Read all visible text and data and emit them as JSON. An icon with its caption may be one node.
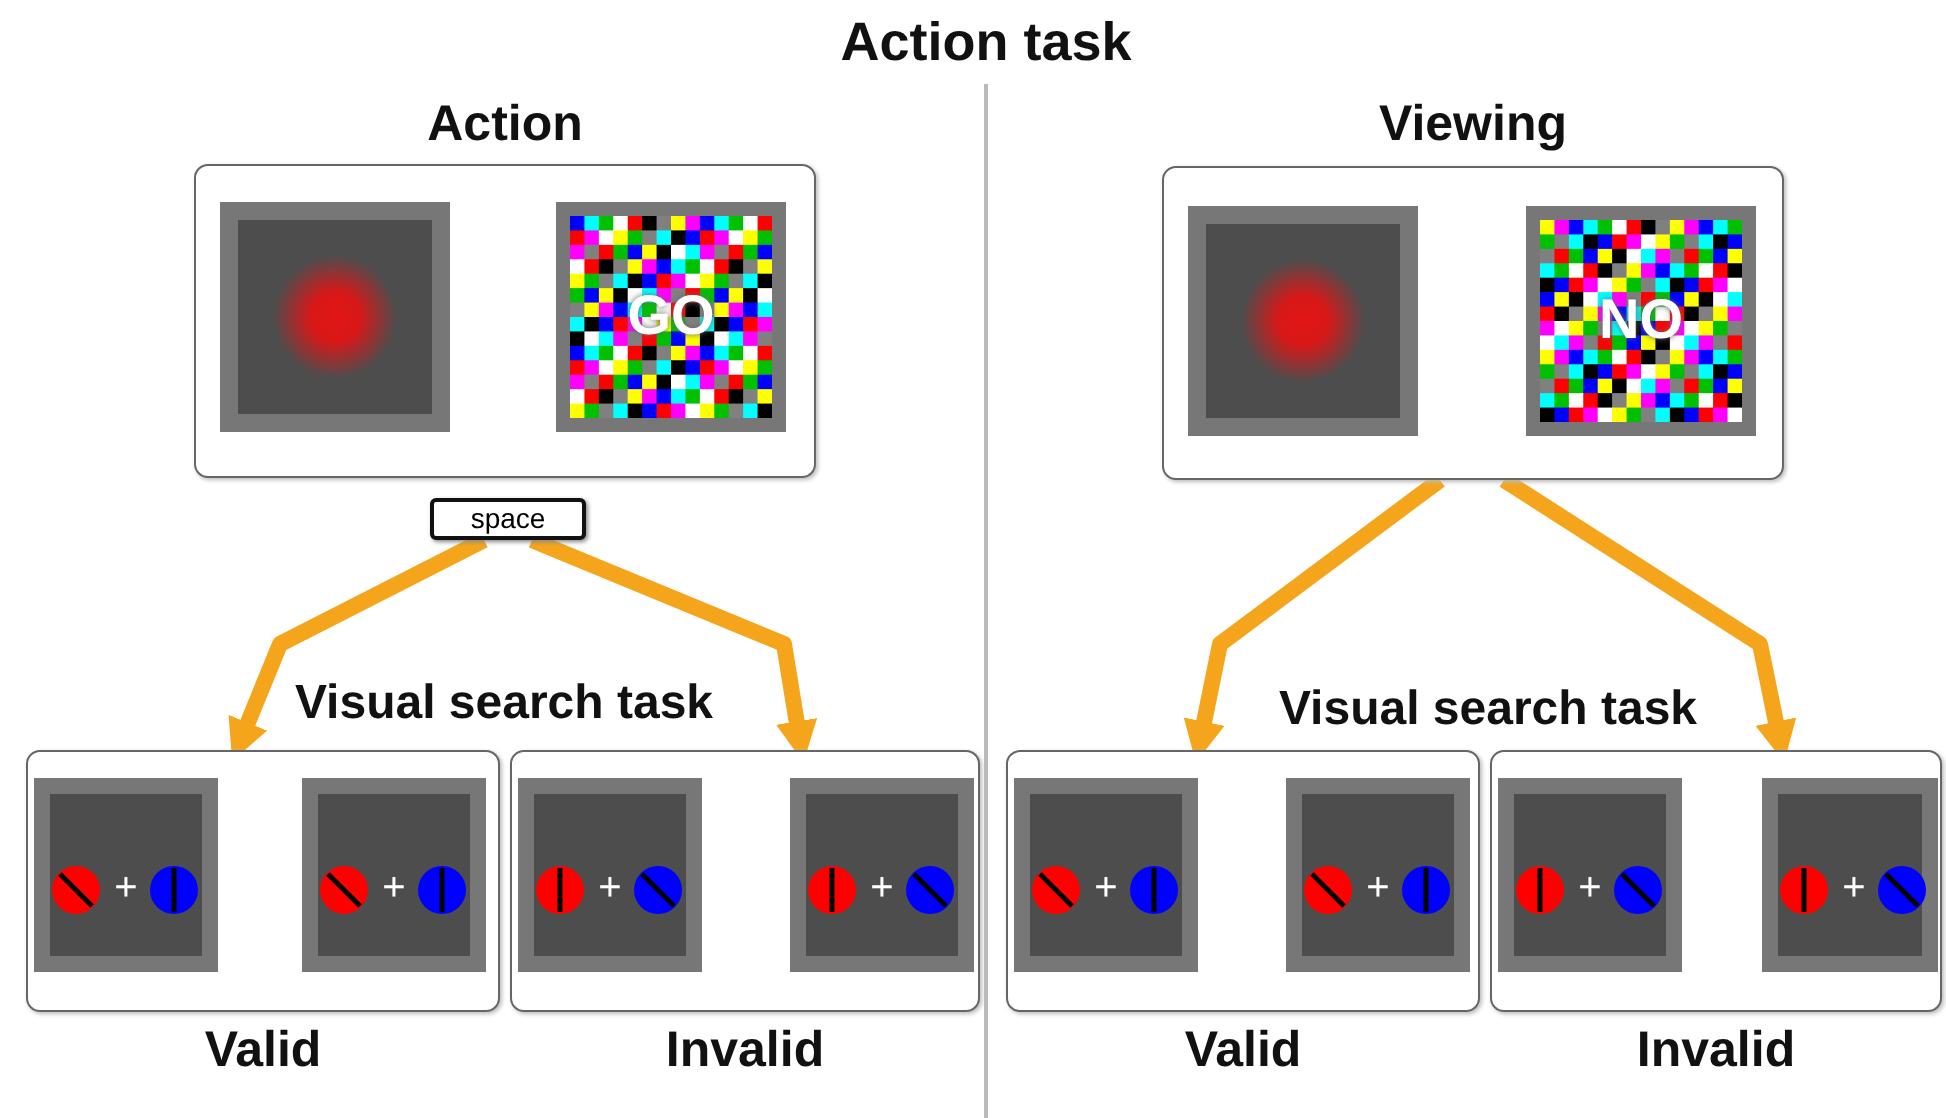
{
  "diagram": {
    "title": "Action task",
    "nodes": [
      {
        "text": [
          "Action"
        ]
      },
      {
        "text": [],
        "shape": "box",
        "in": 0
      },
      {
        "text": [
          "GO"
        ],
        "in": 0
      },
      {
        "text": [
          "space"
        ]
      },
      {
        "text": [
          "Valid"
        ]
      },
      {
        "text": [
          "+"
        ],
        "in": 4
      },
      {
        "text": [
          "+"
        ],
        "in": 4
      },
      {
        "text": [
          "Invalid"
        ]
      },
      {
        "text": [
          "+"
        ],
        "in": 7
      },
      {
        "text": [
          "+"
        ],
        "in": 7
      },
      {
        "text": [
          "Viewing"
        ]
      },
      {
        "text": [],
        "shape": "box",
        "in": 10
      },
      {
        "text": [
          "NO"
        ],
        "in": 10
      },
      {
        "text": [
          "Valid"
        ]
      },
      {
        "text": [
          "+"
        ],
        "in": 13
      },
      {
        "text": [
          "+"
        ],
        "in": 13
      },
      {
        "text": [
          "Invalid"
        ]
      },
      {
        "text": [
          "+"
        ],
        "in": 16
      },
      {
        "text": [
          "+"
        ],
        "in": 16
      }
    ],
    "edges": [
      {
        "from": 3,
        "to": 4,
        "arrow": "to"
      },
      {
        "from": 3,
        "to": 7,
        "arrow": "to"
      },
      {
        "from": 10,
        "to": 13,
        "arrow": "to"
      },
      {
        "from": 10,
        "to": 16,
        "arrow": "to"
      }
    ],
    "labels": [
      "Visual search task",
      "Visual search task"
    ]
  }
}
